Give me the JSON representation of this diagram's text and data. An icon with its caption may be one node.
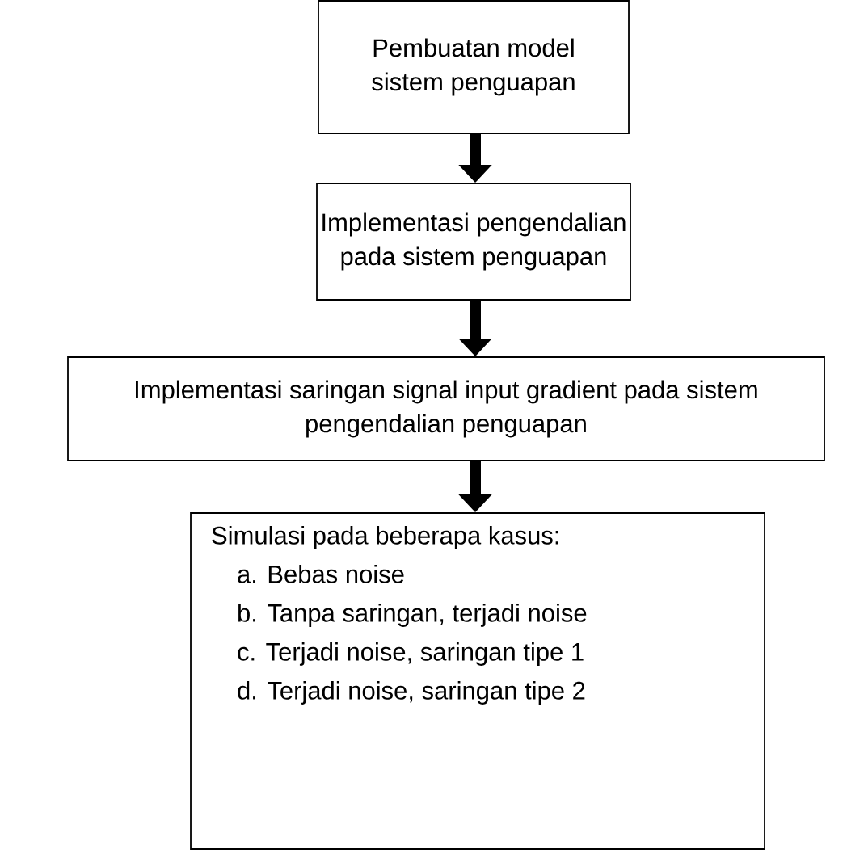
{
  "diagram": {
    "nodes": [
      {
        "text": [
          "Pembuatan model sistem penguapan"
        ]
      },
      {
        "text": [
          "Implementasi pengendalian pada sistem penguapan"
        ]
      },
      {
        "text": [
          "Implementasi saringan signal input gradient pada sistem pengendalian penguapan"
        ]
      },
      {
        "text": [
          "Simulasi pada beberapa kasus:",
          "a. Bebas noise",
          "b. Tanpa saringan, terjadi noise",
          "c. Terjadi noise, saringan tipe 1",
          "d. Terjadi noise, saringan tipe 2"
        ]
      }
    ],
    "edges": [
      {
        "from": 0,
        "to": 1,
        "arrow": "to"
      },
      {
        "from": 1,
        "to": 2,
        "arrow": "to"
      },
      {
        "from": 2,
        "to": 3,
        "arrow": "to"
      }
    ]
  }
}
